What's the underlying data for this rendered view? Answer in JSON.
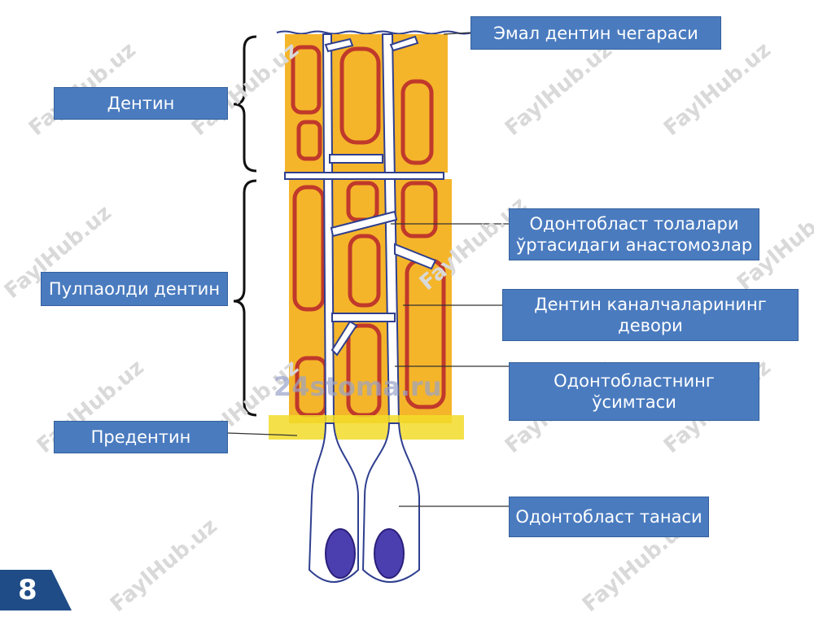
{
  "labels": {
    "enamel_dentin_border": "Эмал дентин чегараси",
    "dentin": "Дентин",
    "predentin_pulp": "Пулпаолди дентин",
    "predentin": "Предентин",
    "anastomoses": "Одонтобласт толалари ўртасидаги анастомозлар",
    "canal_walls": "Дентин каналчаларининг девори",
    "process": "Одонтобластнинг ўсимтаси",
    "body": "Одонтобласт танаси"
  },
  "slide_number": "8",
  "watermarks": {
    "site": "FaylHub.uz",
    "center": "24stoma.ru"
  },
  "colors": {
    "label_fill": "#4a7bbf",
    "dentin_fill": "#f5b52a",
    "tubule_wall": "#c0392b",
    "fiber_outline": "#2f3f8f",
    "nucleus": "#4b3fb0",
    "predentin_band": "#f2dc2a",
    "badge": "#1f4c86"
  }
}
